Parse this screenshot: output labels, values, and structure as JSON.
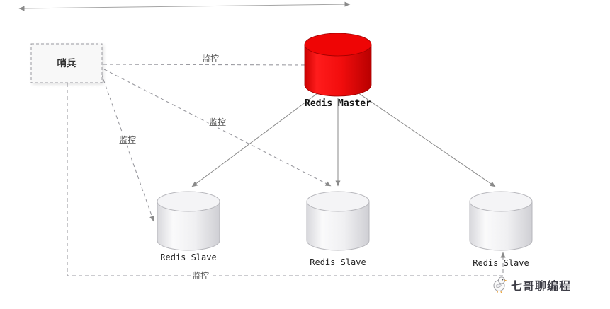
{
  "diagram": {
    "sentinel": {
      "label": "哨兵"
    },
    "master": {
      "label": "Redis Master"
    },
    "slaves": [
      {
        "label": "Redis Slave"
      },
      {
        "label": "Redis Slave"
      },
      {
        "label": "Redis Slave"
      }
    ],
    "monitor_labels": {
      "to_master": "监控",
      "to_center_slave": "监控",
      "to_left_slave": "监控",
      "to_right_slave": "监控"
    },
    "colors": {
      "master_fill": "#ee0e0e",
      "slave_fill": "#ececef",
      "line": "#8a8a8a",
      "dashed_line": "#9a9aa0"
    }
  },
  "watermark": {
    "text": "七哥聊编程",
    "icon": "chick-icon"
  }
}
